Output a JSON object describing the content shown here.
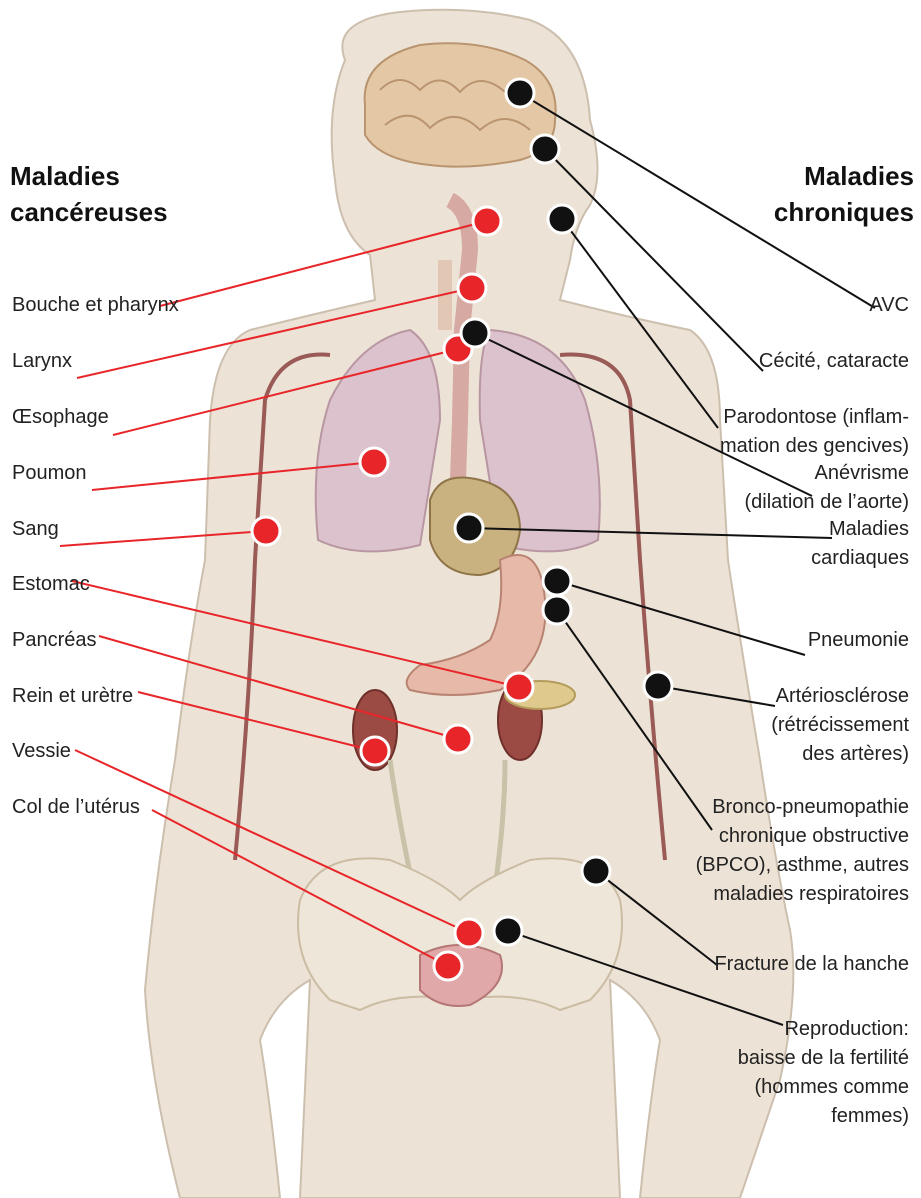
{
  "headings": {
    "left": [
      "Maladies",
      "cancéreuses"
    ],
    "right": [
      "Maladies",
      "chroniques"
    ]
  },
  "colors": {
    "cancer": "#e8262a",
    "chronic": "#111111",
    "skin": "#ece3d6",
    "organ_outline": "#c9b9a6",
    "lung": "#dcc2cc",
    "vessel": "#9a5a56"
  },
  "cancers": [
    {
      "lines": [
        "Bouche et pharynx"
      ]
    },
    {
      "lines": [
        "Larynx"
      ]
    },
    {
      "lines": [
        "Œsophage"
      ]
    },
    {
      "lines": [
        "Poumon"
      ]
    },
    {
      "lines": [
        "Sang"
      ]
    },
    {
      "lines": [
        "Estomac"
      ]
    },
    {
      "lines": [
        "Pancréas"
      ]
    },
    {
      "lines": [
        "Rein et urètre"
      ]
    },
    {
      "lines": [
        "Vessie"
      ]
    },
    {
      "lines": [
        "Col de l’utérus"
      ]
    }
  ],
  "chronic": [
    {
      "lines": [
        "AVC"
      ]
    },
    {
      "lines": [
        "Cécité, cataracte"
      ]
    },
    {
      "lines": [
        "Parodontose (inflam-",
        "mation des gencives)"
      ]
    },
    {
      "lines": [
        "Anévrisme",
        "(dilation de l’aorte)"
      ]
    },
    {
      "lines": [
        "Maladies",
        "cardiaques"
      ]
    },
    {
      "lines": [
        "Pneumonie"
      ]
    },
    {
      "lines": [
        "Artériosclérose",
        "(rétrécissement",
        "des artères)"
      ]
    },
    {
      "lines": [
        "Bronco-pneumopathie",
        "chronique obstructive",
        "(BPCO), asthme, autres",
        "maladies respiratoires"
      ]
    },
    {
      "lines": [
        "Fracture de la hanche"
      ]
    },
    {
      "lines": [
        "Reproduction:",
        "baisse de la fertilité",
        "(hommes comme",
        "femmes)"
      ]
    }
  ]
}
